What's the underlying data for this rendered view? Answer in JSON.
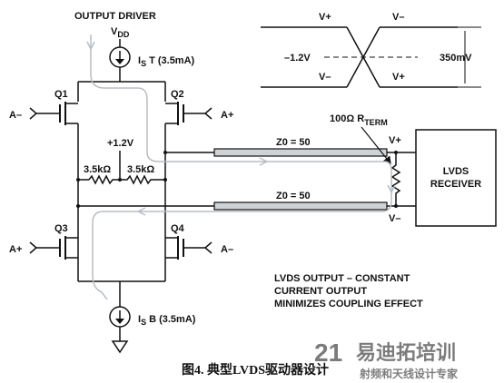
{
  "title": "OUTPUT DRIVER",
  "vdd": {
    "main": "V",
    "sub": "DD"
  },
  "current_source_top": "I  T (3.5mA)",
  "current_source_top_prefix": "I",
  "current_source_top_sub": "S",
  "current_source_top_rest": "T (3.5mA)",
  "current_source_bottom_prefix": "I",
  "current_source_bottom_sub": "S",
  "current_source_bottom_rest": "B (3.5mA)",
  "transistors": {
    "q1": "Q1",
    "q2": "Q2",
    "q3": "Q3",
    "q4": "Q4"
  },
  "inputs": {
    "q1": "A–",
    "q2": "A+",
    "q3": "A+",
    "q4": "A–"
  },
  "bias": "+1.2V",
  "resistor_left": "3.5kΩ",
  "resistor_right": "3.5kΩ",
  "line_top": "Z0 = 50",
  "line_bottom": "Z0 = 50",
  "term": {
    "main": "100Ω R",
    "sub": "TERM"
  },
  "receiver_pins": {
    "plus": "V+",
    "minus": "V–"
  },
  "receiver": {
    "line1": "LVDS",
    "line2": "RECEIVER"
  },
  "waveform": {
    "top_left": "V+",
    "top_right": "V–",
    "bottom_left": "V–",
    "bottom_right": "V+",
    "offset": "–1.2V",
    "swing": "350mV"
  },
  "notes": [
    "LVDS OUTPUT – CONSTANT",
    "CURRENT OUTPUT",
    "MINIMIZES COUPLING EFFECT"
  ],
  "caption": "图4. 典型LVDS驱动器设计",
  "watermark": {
    "brand_num": "21",
    "brand_text": "易迪拓培训",
    "sub": "射频和天线设计专家"
  },
  "colors": {
    "line": "#111111",
    "trace": "#b8bec4",
    "transmission": "#cfd3d6",
    "watermark_red": "#e06a5a",
    "watermark_blue": "#5a8fd0"
  }
}
